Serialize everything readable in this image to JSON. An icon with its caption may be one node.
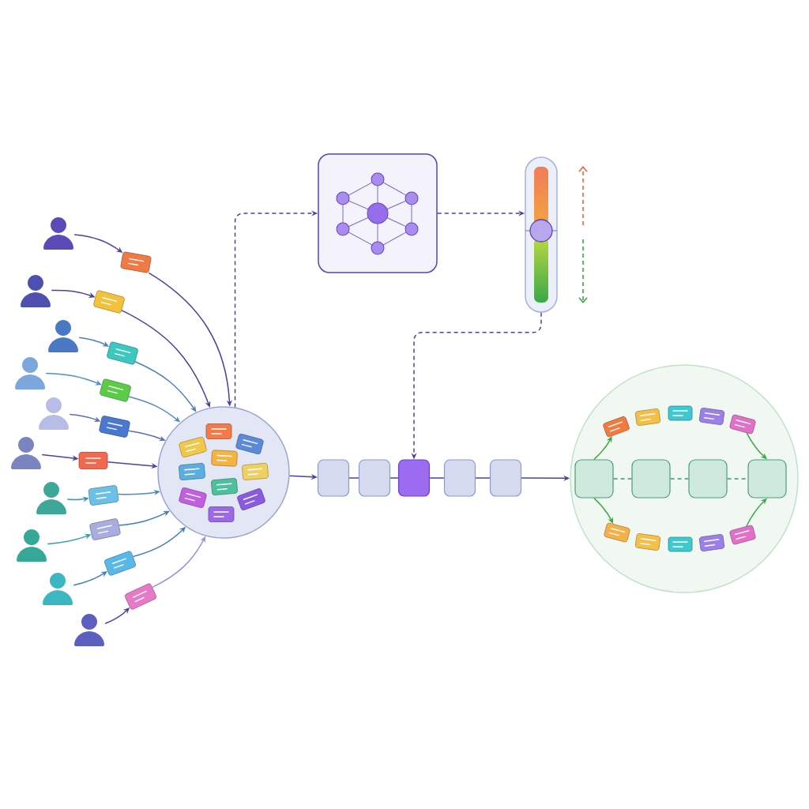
{
  "diagram": {
    "nodes": [
      {
        "text": [],
        "shape": "person"
      },
      {
        "text": [],
        "shape": "person"
      },
      {
        "text": [],
        "shape": "person"
      },
      {
        "text": [],
        "shape": "person"
      },
      {
        "text": [],
        "shape": "person"
      },
      {
        "text": [],
        "shape": "person"
      },
      {
        "text": [],
        "shape": "person"
      },
      {
        "text": [],
        "shape": "person"
      },
      {
        "text": [],
        "shape": "person"
      },
      {
        "text": [],
        "shape": "person"
      },
      {
        "text": [],
        "shape": "card"
      },
      {
        "text": [],
        "shape": "card"
      },
      {
        "text": [],
        "shape": "card"
      },
      {
        "text": [],
        "shape": "card"
      },
      {
        "text": [],
        "shape": "card"
      },
      {
        "text": [],
        "shape": "card"
      },
      {
        "text": [],
        "shape": "card"
      },
      {
        "text": [],
        "shape": "card"
      },
      {
        "text": [],
        "shape": "card"
      },
      {
        "text": [],
        "shape": "card"
      },
      {
        "text": [],
        "shape": "circle"
      },
      {
        "text": [],
        "shape": "card",
        "in": 20
      },
      {
        "text": [],
        "shape": "card",
        "in": 20
      },
      {
        "text": [],
        "shape": "card",
        "in": 20
      },
      {
        "text": [],
        "shape": "card",
        "in": 20
      },
      {
        "text": [],
        "shape": "card",
        "in": 20
      },
      {
        "text": [],
        "shape": "card",
        "in": 20
      },
      {
        "text": [],
        "shape": "card",
        "in": 20
      },
      {
        "text": [],
        "shape": "card",
        "in": 20
      },
      {
        "text": [],
        "shape": "card",
        "in": 20
      },
      {
        "text": [],
        "shape": "card",
        "in": 20
      },
      {
        "text": [],
        "shape": "box"
      },
      {
        "text": [],
        "shape": "slider"
      },
      {
        "text": [],
        "shape": "box"
      },
      {
        "text": [],
        "shape": "box"
      },
      {
        "text": [],
        "shape": "box"
      },
      {
        "text": [],
        "shape": "box"
      },
      {
        "text": [],
        "shape": "box"
      },
      {
        "text": [],
        "shape": "circle"
      },
      {
        "text": [],
        "shape": "box",
        "in": 38
      },
      {
        "text": [],
        "shape": "box",
        "in": 38
      },
      {
        "text": [],
        "shape": "box",
        "in": 38
      },
      {
        "text": [],
        "shape": "box",
        "in": 38
      },
      {
        "text": [],
        "shape": "card",
        "in": 38
      },
      {
        "text": [],
        "shape": "card",
        "in": 38
      },
      {
        "text": [],
        "shape": "card",
        "in": 38
      },
      {
        "text": [],
        "shape": "card",
        "in": 38
      },
      {
        "text": [],
        "shape": "card",
        "in": 38
      },
      {
        "text": [],
        "shape": "card",
        "in": 38
      },
      {
        "text": [],
        "shape": "card",
        "in": 38
      },
      {
        "text": [],
        "shape": "card",
        "in": 38
      },
      {
        "text": [],
        "shape": "card",
        "in": 38
      },
      {
        "text": [],
        "shape": "card",
        "in": 38
      }
    ],
    "edges": [
      {
        "from": 0,
        "to": 10,
        "arrow": "to"
      },
      {
        "from": 1,
        "to": 11,
        "arrow": "to"
      },
      {
        "from": 2,
        "to": 12,
        "arrow": "to",
        "color": "#4f7fc0"
      },
      {
        "from": 3,
        "to": 13,
        "arrow": "to",
        "color": "#4f8fc6"
      },
      {
        "from": 4,
        "to": 14,
        "arrow": "to",
        "color": "#5a6fc0"
      },
      {
        "from": 5,
        "to": 15,
        "arrow": "to"
      },
      {
        "from": 6,
        "to": 16,
        "arrow": "to",
        "color": "#3f8fc0"
      },
      {
        "from": 7,
        "to": 17,
        "arrow": "to",
        "color": "#3aa0a8"
      },
      {
        "from": 8,
        "to": 18,
        "arrow": "to",
        "color": "#3a7fc0"
      },
      {
        "from": 9,
        "to": 19,
        "arrow": "to"
      },
      {
        "from": 10,
        "to": 20,
        "arrow": "to"
      },
      {
        "from": 11,
        "to": 20,
        "arrow": "to"
      },
      {
        "from": 12,
        "to": 20,
        "arrow": "to",
        "color": "#4f7fc0"
      },
      {
        "from": 13,
        "to": 20,
        "arrow": "to",
        "color": "#4f8fc6"
      },
      {
        "from": 14,
        "to": 20,
        "arrow": "to",
        "color": "#5a6fc0"
      },
      {
        "from": 15,
        "to": 20,
        "arrow": "to"
      },
      {
        "from": 16,
        "to": 20,
        "arrow": "to",
        "color": "#3f8fc0"
      },
      {
        "from": 17,
        "to": 20,
        "arrow": "to",
        "color": "#3a7fc0"
      },
      {
        "from": 18,
        "to": 20,
        "arrow": "to",
        "color": "#3a7fc0"
      },
      {
        "from": 19,
        "to": 20,
        "arrow": "to",
        "color": "#a08ae8"
      },
      {
        "from": 20,
        "to": 31,
        "arrow": "to",
        "style": "dashed"
      },
      {
        "from": 31,
        "to": 32,
        "arrow": "to",
        "style": "dashed"
      },
      {
        "from": 32,
        "to": 35,
        "arrow": "to",
        "style": "dashed"
      },
      {
        "from": 20,
        "to": 33,
        "arrow": "to"
      },
      {
        "from": 33,
        "to": 34,
        "arrow": "none"
      },
      {
        "from": 34,
        "to": 35,
        "arrow": "none"
      },
      {
        "from": 35,
        "to": 36,
        "arrow": "none"
      },
      {
        "from": 36,
        "to": 37,
        "arrow": "none"
      },
      {
        "from": 37,
        "to": 38,
        "arrow": "to"
      },
      {
        "from": 39,
        "to": 40,
        "arrow": "none",
        "style": "dashed",
        "color": "#3a9a72"
      },
      {
        "from": 40,
        "to": 41,
        "arrow": "none",
        "style": "dashed",
        "color": "#3a9a72"
      },
      {
        "from": 41,
        "to": 42,
        "arrow": "none",
        "style": "dashed",
        "color": "#3a9a72"
      },
      {
        "from": 39,
        "to": 43,
        "arrow": "to",
        "color": "#3aa845"
      },
      {
        "from": 47,
        "to": 42,
        "arrow": "to",
        "color": "#3aa845"
      },
      {
        "from": 39,
        "to": 48,
        "arrow": "to",
        "color": "#3aa845"
      },
      {
        "from": 52,
        "to": 42,
        "arrow": "to",
        "color": "#3aa845"
      }
    ]
  }
}
